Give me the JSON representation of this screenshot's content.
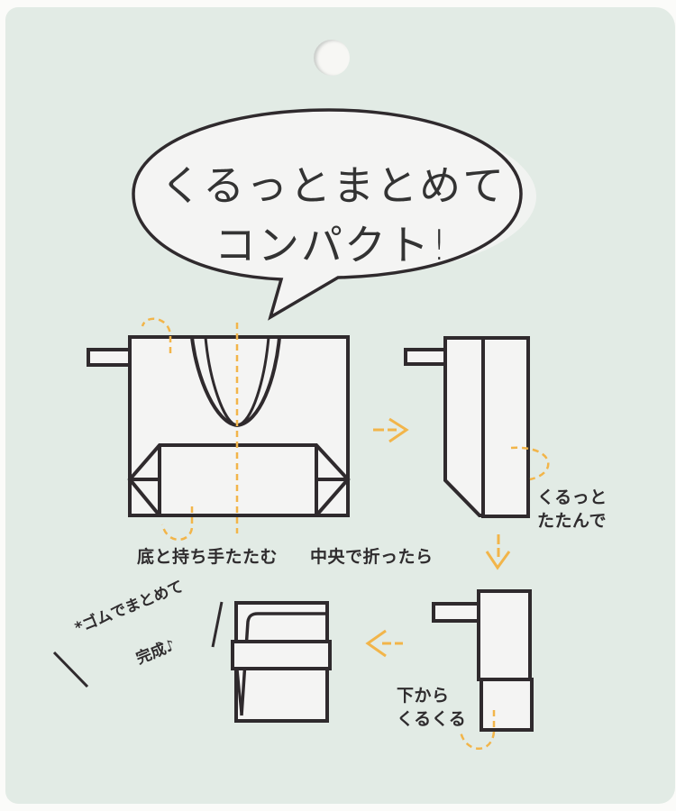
{
  "card": {
    "background": "#e2ebe5",
    "outline_color": "#2f2a2d",
    "fill_color": "#f4f4f3",
    "accent_color": "#f2b54a"
  },
  "bubble": {
    "line1": "くるっとまとめて",
    "line2": "コンパクト!"
  },
  "steps": [
    {
      "id": 1,
      "caption": "底と持ち手たたむ"
    },
    {
      "id": 2,
      "caption": "中央で折ったら"
    },
    {
      "id": 3,
      "caption_line1": "くるっと",
      "caption_line2": "たたんで"
    },
    {
      "id": 4,
      "caption_line1": "下から",
      "caption_line2": "くるくる"
    },
    {
      "id": 5,
      "caption_line1": "*ゴムでまとめて",
      "caption_line2": "完成♪"
    }
  ],
  "icons": [
    "hang-hole-icon",
    "speech-bubble-icon",
    "arrow-right-icon",
    "arrow-down-icon",
    "arrow-left-icon",
    "fold-guide-icon"
  ]
}
